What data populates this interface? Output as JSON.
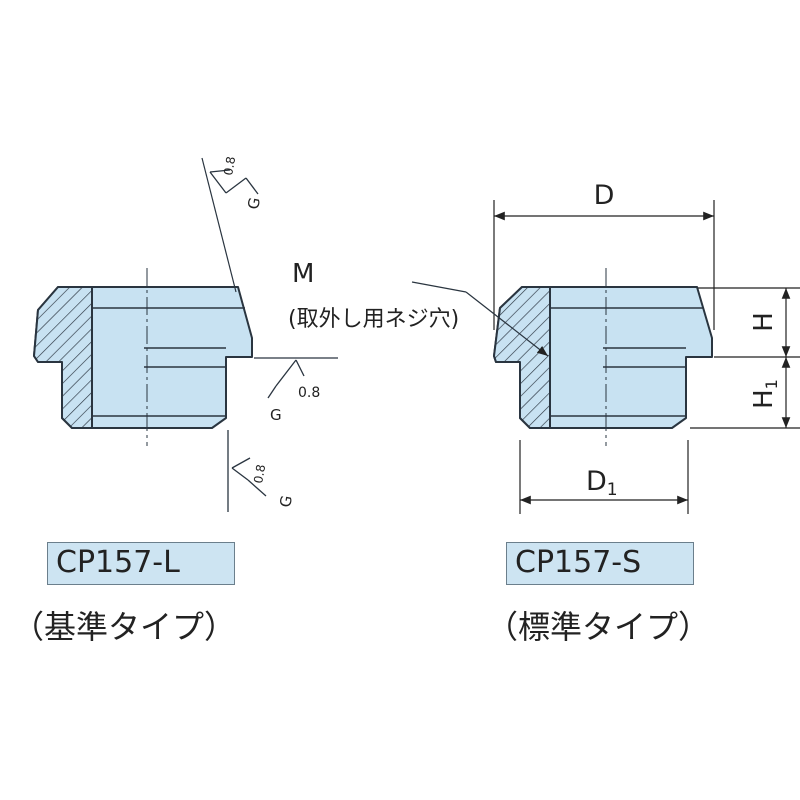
{
  "colors": {
    "fill": "#c8e2f2",
    "stroke": "#2a3540",
    "label_bg": "#cde4f2"
  },
  "symbols": {
    "g": "G",
    "roughness": "0.8"
  },
  "dimensions": {
    "d": "D",
    "d1": "D",
    "d1_sub": "1",
    "h": "H",
    "h1": "H",
    "h1_sub": "1"
  },
  "thread": {
    "m": "M",
    "note": "(取外し用ネジ穴)"
  },
  "parts": [
    {
      "model": "CP157-L",
      "type": "（基準タイプ）"
    },
    {
      "model": "CP157-S",
      "type": "（標準タイプ）"
    }
  ]
}
